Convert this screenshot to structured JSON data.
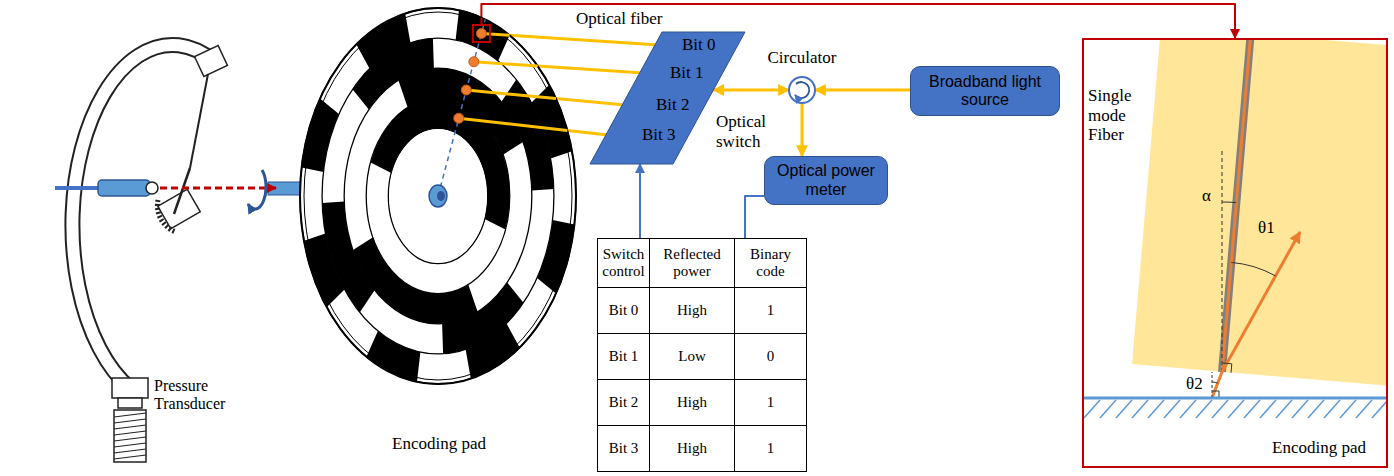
{
  "diagram": {
    "nodes": [
      {
        "text": [
          "Encoding pad"
        ]
      },
      {
        "text": [
          "Bit 0",
          "Bit 1",
          "Bit 2",
          "Bit 3",
          "Optical switch"
        ]
      },
      {
        "text": [
          "Circulator"
        ]
      },
      {
        "text": [
          "Broadband light source"
        ]
      },
      {
        "text": [
          "Optical power meter"
        ]
      },
      {
        "text": [
          "Switch control",
          "Reflected power",
          "Binary code",
          "Bit 0",
          "High",
          "1",
          "Bit 1",
          "Low",
          "0",
          "Bit 2",
          "High",
          "1",
          "Bit 3",
          "High",
          "1"
        ]
      },
      {
        "text": [
          "Single mode Fiber",
          "α",
          "θ1",
          "θ2",
          "Encoding pad"
        ]
      }
    ],
    "edges": [
      {
        "from": 0,
        "to": 1,
        "arrow": "none"
      },
      {
        "from": 0,
        "to": 1,
        "arrow": "none"
      },
      {
        "from": 0,
        "to": 1,
        "arrow": "none"
      },
      {
        "from": 0,
        "to": 1,
        "arrow": "none"
      },
      {
        "from": 1,
        "to": 2,
        "arrow": "both"
      },
      {
        "from": 3,
        "to": 2,
        "arrow": "to"
      },
      {
        "from": 2,
        "to": 4,
        "arrow": "to"
      },
      {
        "from": 5,
        "to": 1,
        "arrow": "to"
      },
      {
        "from": 4,
        "to": 5,
        "arrow": "none"
      },
      {
        "from": 0,
        "to": 6,
        "arrow": "to"
      }
    ],
    "labels": [
      "Optical fiber",
      "Pressure Transducer"
    ]
  }
}
